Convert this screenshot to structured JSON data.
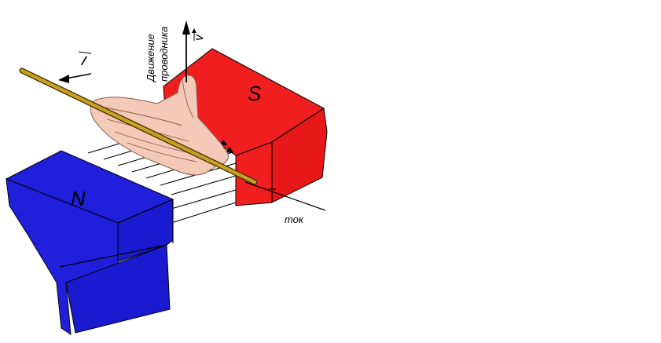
{
  "diagram": {
    "labels": {
      "north_pole": "N",
      "south_pole": "S",
      "current_symbol": "I",
      "velocity_symbol": "v",
      "motion_line1": "Движение",
      "motion_line2": "проводника",
      "current_word": "ток"
    },
    "colors": {
      "north_magnet": "#1f1fdc",
      "south_magnet": "#f01e1e",
      "conductor": "#c9a020",
      "hand": "#f3c9b7",
      "field_lines": "#000000"
    }
  }
}
